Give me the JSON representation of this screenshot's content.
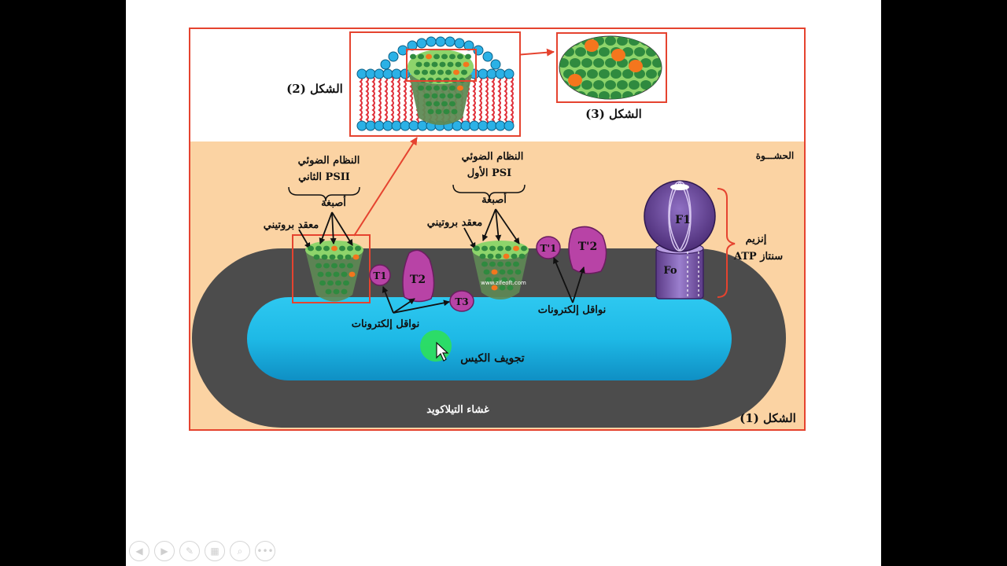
{
  "figure1": {
    "label": "الشكل (1)",
    "stroma": "الحشـــوة",
    "membrane": "غشاء التيلاكويد",
    "lumen": "تجويف الكيس",
    "psii": {
      "title": "النظام الضوئي",
      "subtitle": "الثاني PSII",
      "pigments": "أصبغة",
      "protein_complex": "معقد بروتيني"
    },
    "psi": {
      "title": "النظام الضوئي",
      "subtitle": "الأول PSI",
      "pigments": "أصبغة",
      "protein_complex": "معقد بروتيني"
    },
    "carriers_left": {
      "label": "نواقل إلكترونات",
      "t1": "T1",
      "t2": "T2",
      "t3": "T3"
    },
    "carriers_right": {
      "label": "نواقل إلكترونات",
      "t1p": "T'1",
      "t2p": "T'2"
    },
    "atp_synthase": {
      "line1": "إنزيم",
      "line2": "ATP سنتاز",
      "f1": "F1",
      "fo": "Fo"
    },
    "watermark": "www.zifeoft.com"
  },
  "figure2": {
    "label": "الشكل (2)"
  },
  "figure3": {
    "label": "الشكل (3)"
  },
  "colors": {
    "stroma": "#fbd3a3",
    "membrane": "#4c4c4c",
    "lumen": "#1eb9e6",
    "frame": "#e5432f",
    "carrier": "#b843a6",
    "atp_synthase": "#8a66b8",
    "pigment_green": "#2f8a3f",
    "pigment_orange": "#f4761d",
    "lipid_head": "#2bb1e6",
    "lipid_tail": "#e0303a"
  },
  "toolbar": {
    "prev": "◀",
    "next": "▶",
    "pen": "✎",
    "slides": "▦",
    "zoom": "⌕",
    "more": "•••"
  }
}
